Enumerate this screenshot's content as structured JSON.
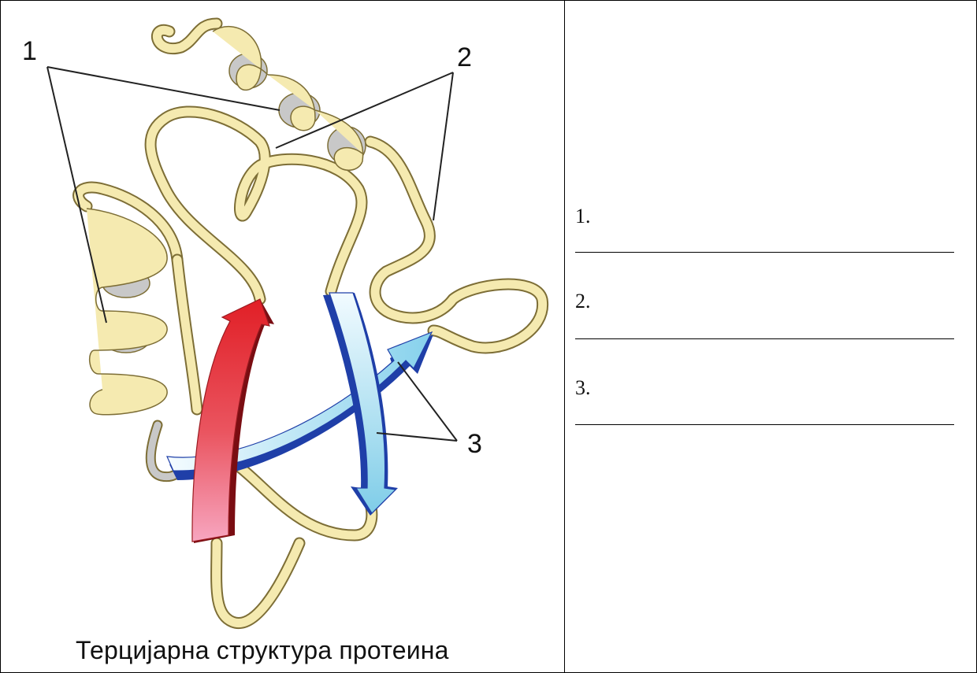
{
  "diagram": {
    "caption": "Терцијарна структура протеина",
    "callouts": [
      {
        "number": "1"
      },
      {
        "number": "2"
      },
      {
        "number": "3"
      }
    ],
    "colors": {
      "backbone": "#f5eab0",
      "backbone_outline": "#8a7a40",
      "helix_inner": "#c8c8c8",
      "red_strand": "#e3262b",
      "light_blue_strand": "#a7dcef",
      "dark_blue_edge": "#1f3fa8"
    }
  },
  "answers": {
    "items": [
      {
        "label": "1."
      },
      {
        "label": "2."
      },
      {
        "label": "3."
      }
    ]
  }
}
